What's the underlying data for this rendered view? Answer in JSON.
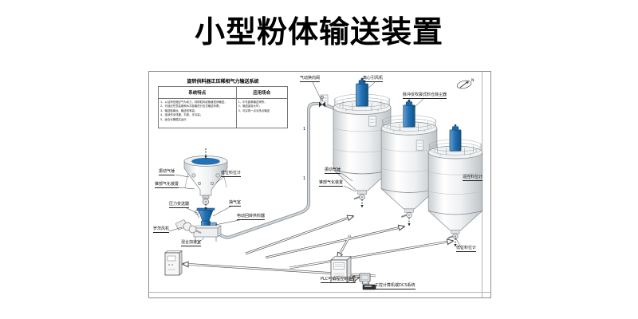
{
  "page": {
    "title": "小型粉体输送装置"
  },
  "table": {
    "title": "旋转供料器正压稀相气力输送系统",
    "col1_header": "系统特点",
    "col2_header": "应用场合",
    "features": [
      "1、以洁净压缩空气为动力，将粉粒料经管道密闭输送；",
      "2、可适应任意高度和水平距离的分支式输送布置；",
      "3、输送距离远、输送效率高；",
      "4、连续作业快捷、平稳、无污染；",
      "5、适合长期稳定运行"
    ],
    "applications": [
      "1、中长距离输送场所；",
      "2、输送量较大时；",
      "3、可实现一点对多点输送"
    ]
  },
  "labels": {
    "pneumatic_valve": "气动换向阀",
    "centrifugal_fan": "离心引风机",
    "dust_collector": "脉冲反吹袋式料仓除尘器",
    "vib_hammer_left": "振动气锤",
    "low_level_left": "低位料位计",
    "cone_aeration_left": "锥部气化装置",
    "pressure_transmitter": "压力变送器",
    "air_chamber": "抽气室",
    "rotary_feeder": "电动回转供料器",
    "roots_blower": "罗茨风机",
    "mixing_chamber": "混合加速室",
    "vib_hammer_mid": "振动气锤",
    "cone_aeration_mid": "锥部气化装置",
    "remote_level": "遥控料位计",
    "low_level_right": "低位料位计",
    "plc": "PLC可编程控制系统",
    "computer": "工控计算机或DCS系统",
    "pipe_marker": "1",
    "north": "N"
  },
  "colors": {
    "accent_blue": "#2272b8",
    "pipe_gray": "#c7ccd0",
    "line_dark": "#444444"
  }
}
